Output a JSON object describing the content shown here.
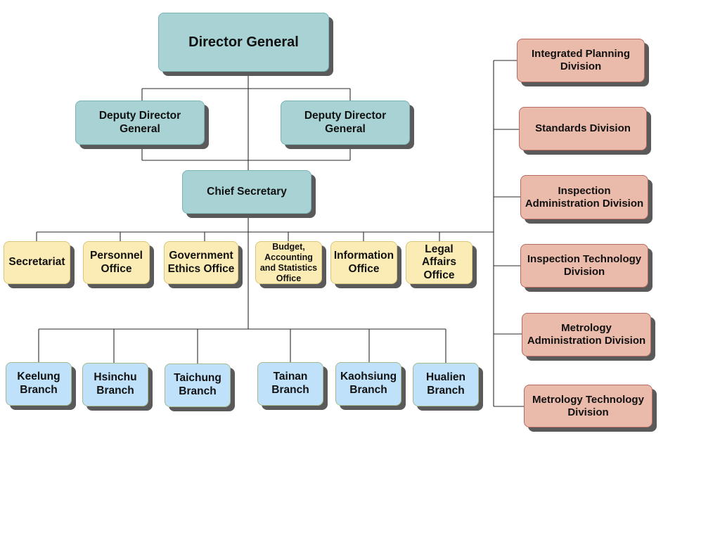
{
  "nodes": {
    "director_general": "Director General",
    "deputy_left": "Deputy Director General",
    "deputy_right": "Deputy Director General",
    "chief_secretary": "Chief Secretary",
    "offices": [
      "Secretariat",
      "Personnel Office",
      "Government Ethics Office",
      "Budget, Accounting and Statistics Office",
      "Information Office",
      "Legal Affairs Office"
    ],
    "branches": [
      "Keelung Branch",
      "Hsinchu Branch",
      "Taichung Branch",
      "Tainan Branch",
      "Kaohsiung Branch",
      "Hualien Branch"
    ],
    "divisions": [
      "Integrated Planning Division",
      "Standards Division",
      "Inspection Administration Division",
      "Inspection Technology Division",
      "Metrology Administration Division",
      "Metrology Technology Division"
    ]
  },
  "colors": {
    "leadership": "#a8d2d4",
    "offices": "#fbecb5",
    "branches": "#bfe1f9",
    "divisions": "#eabbab",
    "shadow": "#5a5a5a",
    "connector": "#2a2a2a"
  }
}
